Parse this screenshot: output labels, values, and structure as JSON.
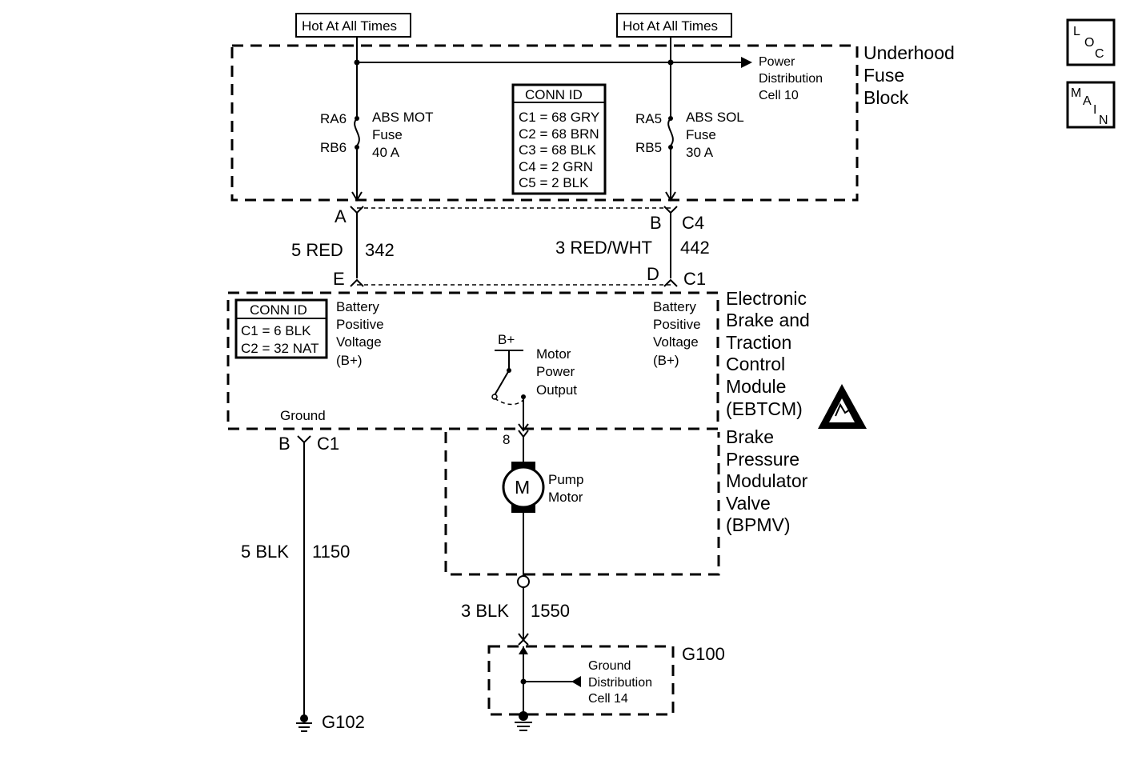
{
  "hot_labels": [
    "Hot At All Times",
    "Hot At All Times"
  ],
  "power_distribution": [
    "Power",
    "Distribution",
    "Cell 10"
  ],
  "fuse_block_label": [
    "Underhood",
    "Fuse",
    "Block"
  ],
  "fuse_block_conn": {
    "title": "CONN ID",
    "rows": [
      "C1 = 68 GRY",
      "C2 = 68 BRN",
      "C3 = 68 BLK",
      "C4 = 2 GRN",
      "C5 = 2 BLK"
    ]
  },
  "fuse_left": {
    "terminal_top": "RA6",
    "terminal_bottom": "RB6",
    "label": [
      "ABS MOT",
      "Fuse",
      "40 A"
    ]
  },
  "fuse_right": {
    "terminal_top": "RA5",
    "terminal_bottom": "RB5",
    "label": [
      "ABS SOL",
      "Fuse",
      "30 A"
    ]
  },
  "connectors": {
    "top_left_pin": "A",
    "top_right_pin": "B",
    "top_right_conn": "C4",
    "bottom_left_pin": "E",
    "bottom_right_pin": "D",
    "bottom_right_conn": "C1",
    "ground_pin": "B",
    "ground_conn": "C1",
    "pump_pin": "8"
  },
  "wires": {
    "left_color": "5 RED",
    "left_circuit": "342",
    "right_color": "3 RED/WHT",
    "right_circuit": "442",
    "ground_color": "5 BLK",
    "ground_circuit": "1150",
    "pump_color": "3 BLK",
    "pump_circuit": "1550"
  },
  "module_conn": {
    "title": "CONN ID",
    "rows": [
      "C1 = 6 BLK",
      "C2 = 32 NAT"
    ]
  },
  "battery_left": [
    "Battery",
    "Positive",
    "Voltage",
    "(B+)"
  ],
  "battery_right": [
    "Battery",
    "Positive",
    "Voltage",
    "(B+)"
  ],
  "b_plus": "B+",
  "motor_power": [
    "Motor",
    "Power",
    "Output"
  ],
  "ground_label": "Ground",
  "module_label": [
    "Electronic",
    "Brake and",
    "Traction",
    "Control",
    "Module",
    "(EBTCM)"
  ],
  "bpmv_label": [
    "Brake",
    "Pressure",
    "Modulator",
    "Valve",
    "(BPMV)"
  ],
  "pump_motor_symbol": "M",
  "pump_motor_label": [
    "Pump",
    "Motor"
  ],
  "g100": "G100",
  "ground_distribution": [
    "Ground",
    "Distribution",
    "Cell 14"
  ],
  "g102": "G102",
  "nav": {
    "loc": [
      "L",
      "O",
      "C"
    ],
    "main": [
      "M",
      "A",
      "I",
      "N"
    ]
  },
  "icons": {
    "esd": "esd-sensitive-icon",
    "ground": "ground-symbol-icon",
    "motor": "motor-icon",
    "fuse": "fuse-icon",
    "switch": "switch-icon"
  }
}
